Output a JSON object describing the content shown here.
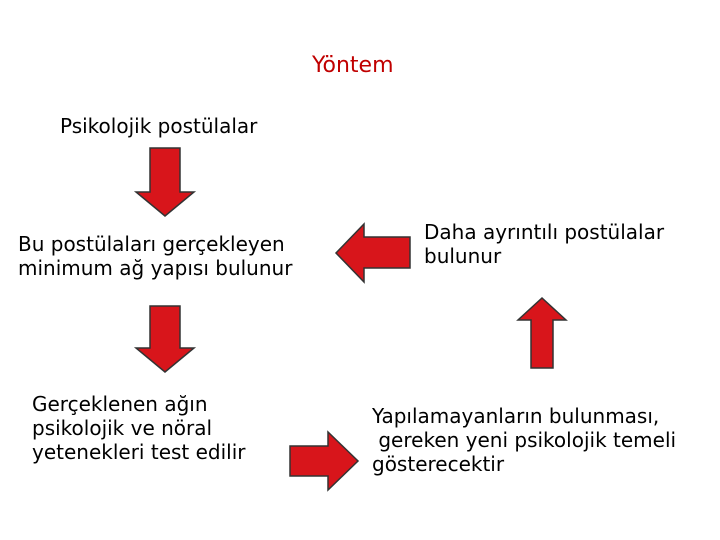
{
  "title": "Yöntem",
  "nodes": {
    "postulates": "Psikolojik postülalar",
    "minimum_network": "Bu postülaları gerçekleyen\nminimum ağ yapısı bulunur",
    "detailed_postulates": "Daha ayrıntılı postülalar\nbulunur",
    "network_tested": "Gerçeklenen ağın\npsikolojik ve nöral\nyetenekleri test edilir",
    "not_realized": "Yapılamayanların bulunması,\n gereken yeni psikolojik temeli\ngösterecektir"
  },
  "colors": {
    "title": "#c00000",
    "arrow_fill": "#d8151b",
    "arrow_stroke": "#333333"
  }
}
